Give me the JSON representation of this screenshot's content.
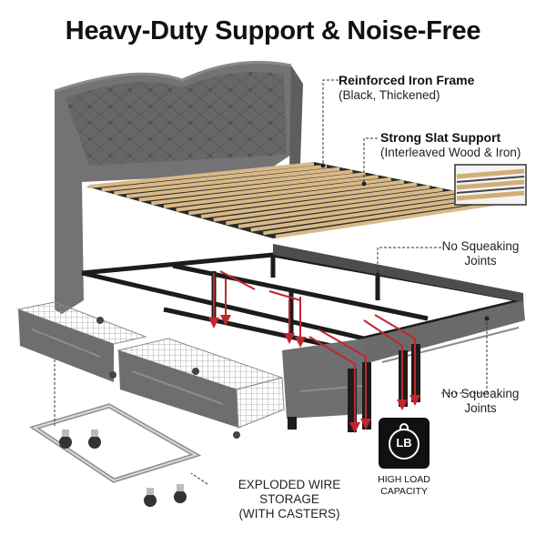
{
  "title": "Heavy-Duty Support & Noise-Free",
  "callouts": {
    "frame": {
      "heading": "Reinforced Iron Frame",
      "sub": "(Black, Thickened)"
    },
    "slat": {
      "heading": "Strong Slat Support",
      "sub": "(Interleaved Wood & Iron)"
    },
    "joints_upper": {
      "line1": "No Squeaking",
      "line2": "Joints"
    },
    "joints_lower": {
      "line1": "No Squeaking",
      "line2": "Joints"
    },
    "storage": {
      "line1": "EXPLODED WIRE STORAGE",
      "line2": "(WITH CASTERS)"
    }
  },
  "badge": {
    "icon": "weight-icon",
    "text": "LB",
    "line1": "HIGH LOAD",
    "line2": "CAPACITY"
  },
  "colors": {
    "upholstery": "#6b6b6d",
    "frame": "#1c1c1c",
    "slats": "#d9b988",
    "arrows": "#c0272d"
  }
}
